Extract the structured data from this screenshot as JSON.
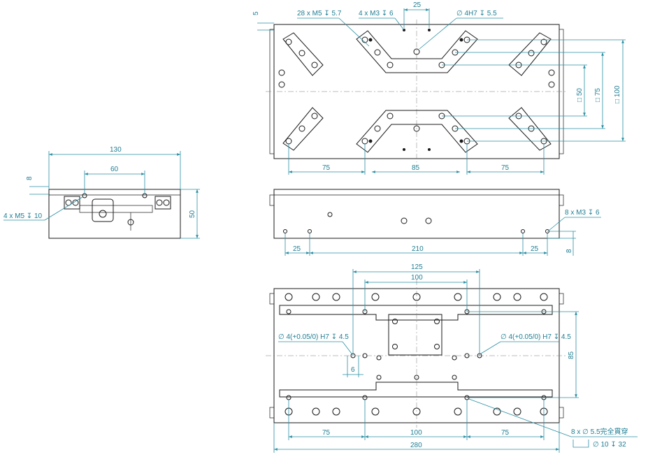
{
  "drawing": {
    "top_view": {
      "callout_m5": "28 x M5 ↧ 5.7",
      "callout_m3": "4 x M3 ↧ 6",
      "callout_pin": "∅ 4H7 ↧ 5.5",
      "dim_25": "25",
      "dim_5": "5",
      "dim_50": "□ 50",
      "dim_75": "□ 75",
      "dim_100": "□ 100",
      "bottom_dims": [
        "75",
        "85",
        "75"
      ]
    },
    "side_view": {
      "dim_130": "130",
      "dim_60": "60",
      "dim_8": "8",
      "dim_50": "50",
      "callout": "4 x M5 ↧ 10"
    },
    "front_view": {
      "callout": "8 x M3 ↧ 6",
      "dims": [
        "25",
        "210",
        "25"
      ],
      "dim_8": "8"
    },
    "bottom_view": {
      "dim_125": "125",
      "dim_100_top": "100",
      "pin_left": "∅ 4(+0.05/0) H7 ↧ 4.5",
      "pin_right": "∅ 4(+0.05/0) H7 ↧ 4.5",
      "dim_6": "6",
      "dim_85": "85",
      "bottom_dims": [
        "75",
        "100",
        "75"
      ],
      "dim_280": "280",
      "through_callout": "8 x ∅ 5.5完全貫穿",
      "cbore_callout": "∅ 10 ↧ 32"
    }
  }
}
